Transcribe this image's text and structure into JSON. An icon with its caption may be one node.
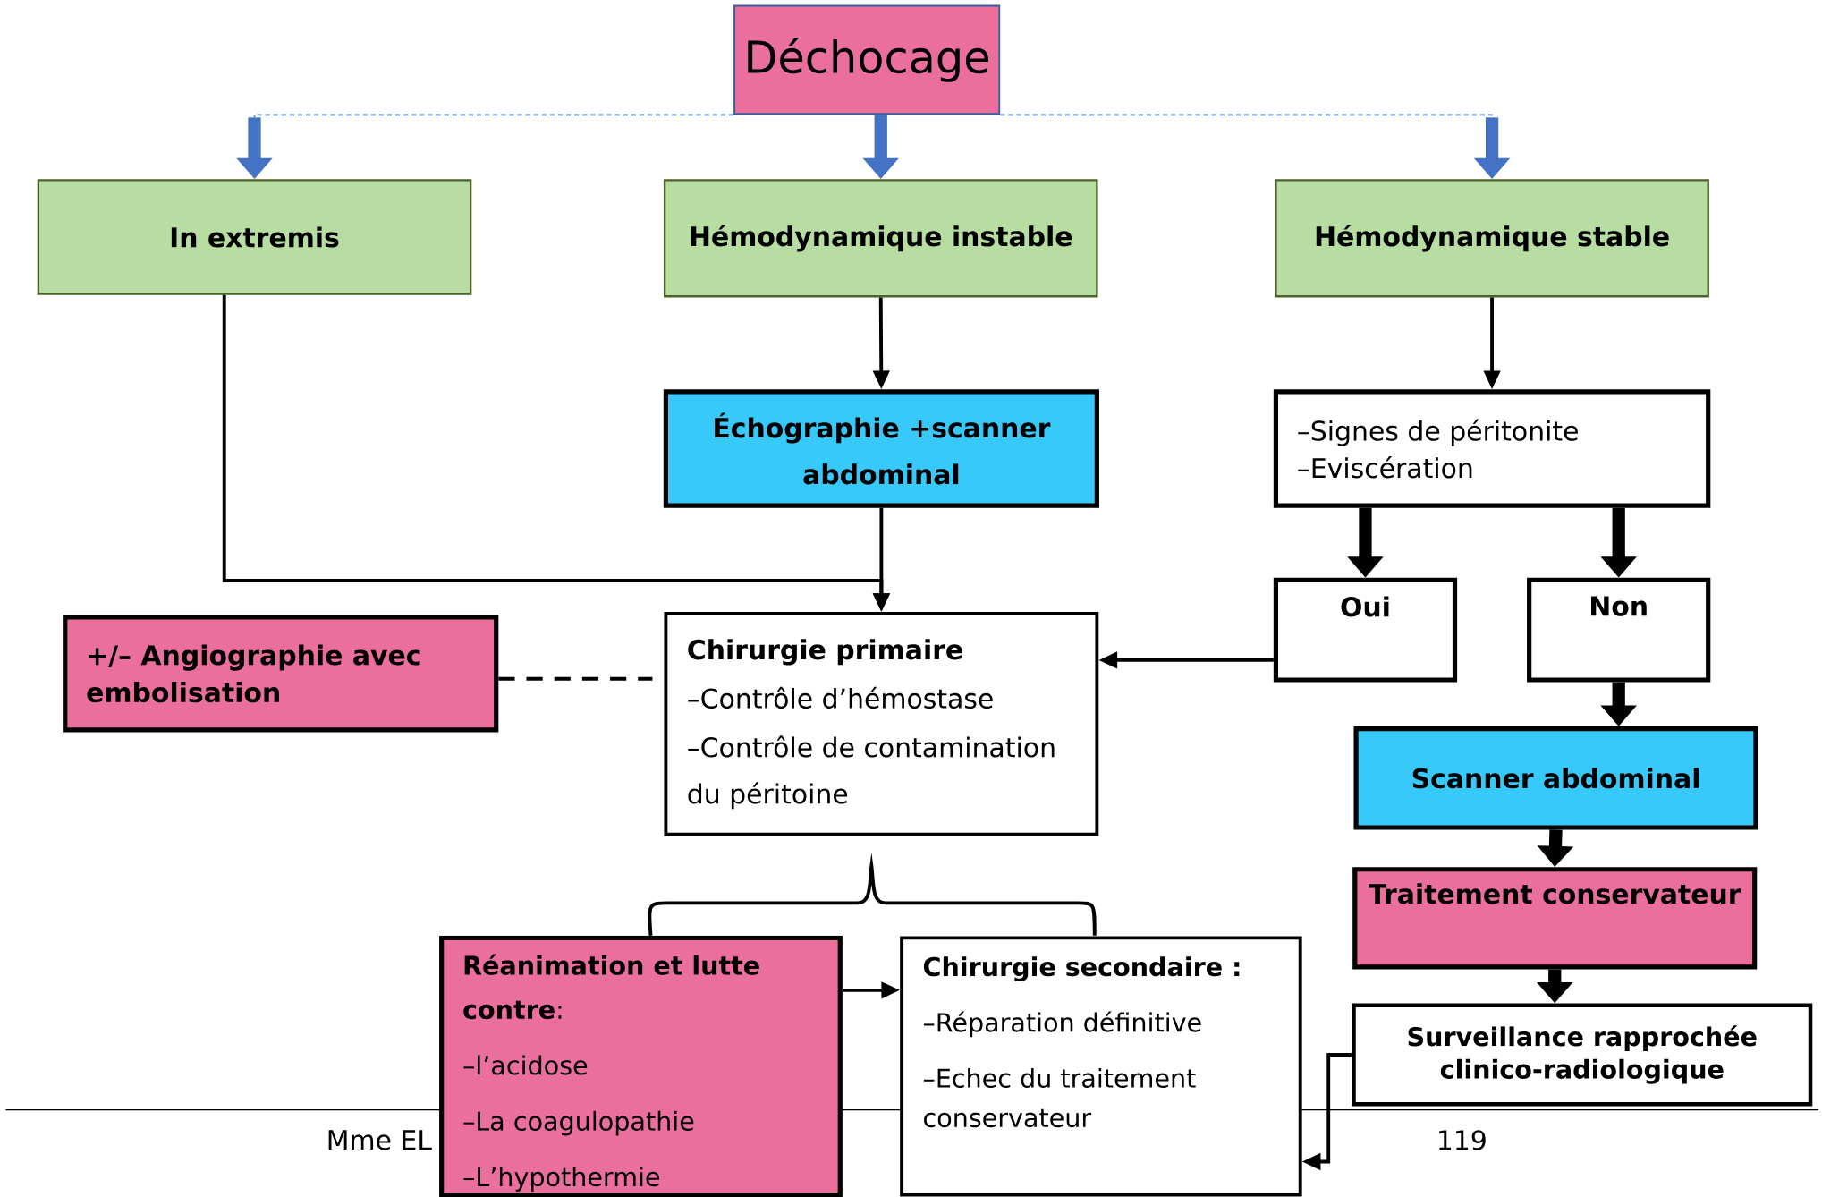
{
  "diagram": {
    "nodes": [
      {
        "text": [
          "Déchocage"
        ]
      },
      {
        "text": [
          "In extremis"
        ]
      },
      {
        "text": [
          "Hémodynamique instable"
        ]
      },
      {
        "text": [
          "Hémodynamique stable"
        ]
      },
      {
        "text": [
          "Échographie +scanner abdominal"
        ]
      },
      {
        "text": [
          "–Signes de péritonite",
          "–Eviscération"
        ]
      },
      {
        "text": [
          "Oui"
        ]
      },
      {
        "text": [
          "Non"
        ]
      },
      {
        "text": [
          "+/– Angiographie avec embolisation"
        ]
      },
      {
        "text": [
          "Chirurgie primaire",
          "–Contrôle d’hémostase",
          "–Contrôle de contamination du péritoine"
        ]
      },
      {
        "text": [
          "Scanner abdominal"
        ]
      },
      {
        "text": [
          "Traitement conservateur"
        ]
      },
      {
        "text": [
          "**Réanimation et lutte contre**:",
          "–l’acidose",
          "–La coagulopathie",
          "–L’hypothermie"
        ]
      },
      {
        "text": [
          "Chirurgie secondaire :",
          "–Réparation définitive",
          "–Echec du traitement conservateur"
        ]
      },
      {
        "text": [
          "Surveillance rapprochée clinico-radiologique"
        ]
      }
    ],
    "edges": [
      {
        "from": 0,
        "to": 1,
        "arrow": "to",
        "style": "dashed",
        "color": "#4472c4"
      },
      {
        "from": 0,
        "to": 2,
        "arrow": "to",
        "style": "thick",
        "color": "#4472c4"
      },
      {
        "from": 0,
        "to": 3,
        "arrow": "to",
        "style": "dashed",
        "color": "#4472c4"
      },
      {
        "from": 1,
        "to": 9,
        "arrow": "to"
      },
      {
        "from": 2,
        "to": 4,
        "arrow": "to"
      },
      {
        "from": 4,
        "to": 9,
        "arrow": "to"
      },
      {
        "from": 3,
        "to": 5,
        "arrow": "to"
      },
      {
        "from": 5,
        "to": 6,
        "arrow": "to",
        "style": "thick"
      },
      {
        "from": 5,
        "to": 7,
        "arrow": "to",
        "style": "thick"
      },
      {
        "from": 6,
        "to": 9,
        "arrow": "to"
      },
      {
        "from": 8,
        "to": 9,
        "arrow": "none",
        "style": "dashed"
      },
      {
        "from": 7,
        "to": 10,
        "arrow": "to",
        "style": "thick"
      },
      {
        "from": 10,
        "to": 11,
        "arrow": "to",
        "style": "thick"
      },
      {
        "from": 11,
        "to": 14,
        "arrow": "to",
        "style": "thick"
      },
      {
        "from": 12,
        "to": 13,
        "arrow": "to"
      },
      {
        "from": 14,
        "to": 13,
        "arrow": "to"
      }
    ],
    "labels": [
      "Mme EL",
      "119"
    ]
  }
}
